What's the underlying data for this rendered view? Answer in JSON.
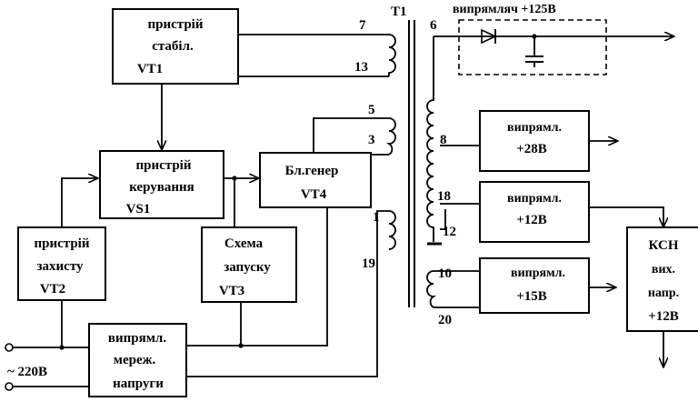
{
  "transformer": {
    "label": "T1"
  },
  "blocks": {
    "stabilizer": {
      "lines": [
        "пристрій",
        "стабіл.",
        "VT1"
      ]
    },
    "control": {
      "lines": [
        "пристрій",
        "керування",
        "VS1"
      ]
    },
    "generator": {
      "lines": [
        "Бл.генер",
        "VT4"
      ]
    },
    "protection": {
      "lines": [
        "пристрій",
        "захисту",
        "VT2"
      ]
    },
    "startup": {
      "lines": [
        "Схема",
        "запуску",
        "VT3"
      ]
    },
    "mains_rect": {
      "lines": [
        "випрямл.",
        "мереж.",
        "напруги"
      ]
    },
    "rect28": {
      "lines": [
        "випрямл.",
        "+28В"
      ]
    },
    "rect12": {
      "lines": [
        "випрямл.",
        "+12В"
      ]
    },
    "rect15": {
      "lines": [
        "випрямл.",
        "+15В"
      ]
    },
    "ksn": {
      "lines": [
        "КСН",
        "вих.",
        "напр.",
        "+12В"
      ]
    },
    "rect125": {
      "label": "випрямляч +125В"
    }
  },
  "pins": [
    "7",
    "13",
    "5",
    "3",
    "1",
    "19",
    "6",
    "8",
    "18",
    "12",
    "10",
    "20"
  ],
  "input_label": "~ 220В"
}
